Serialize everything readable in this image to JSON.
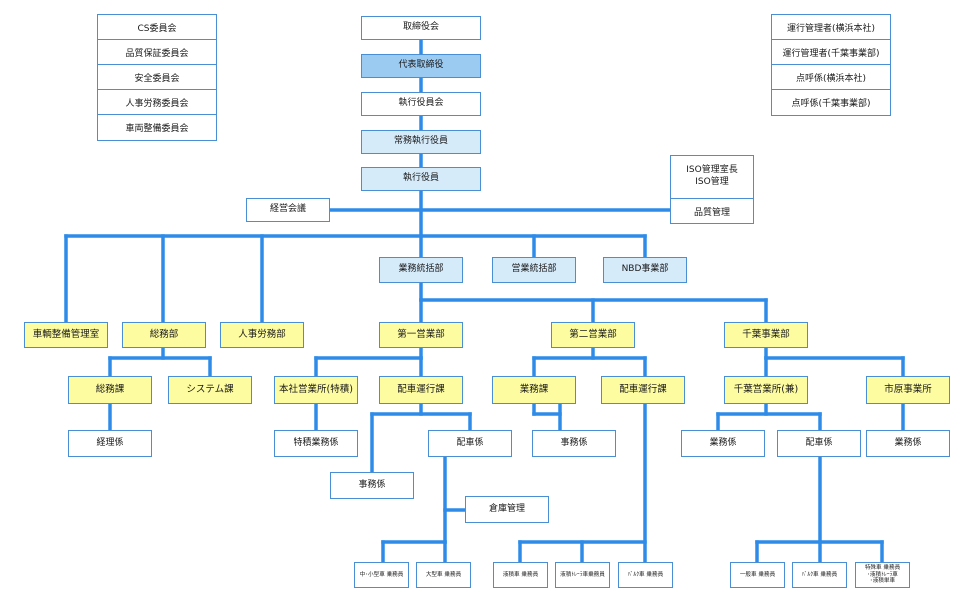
{
  "committees": [
    "CS委員会",
    "品質保証委員会",
    "安全委員会",
    "人事労務委員会",
    "車両整備委員会"
  ],
  "managers": [
    "運行管理者(横浜本社)",
    "運行管理者(千葉事業部)",
    "点呼係(横浜本社)",
    "点呼係(千葉事業部)"
  ],
  "iso": {
    "title": "ISO管理室長\nISO管理",
    "quality": "品質管理"
  },
  "top": {
    "board": "取締役会",
    "rep": "代表取締役",
    "exec_committee": "執行役員会",
    "managing": "常務執行役員",
    "officers": "執行役員",
    "mgmt_meeting": "経営会議"
  },
  "hq": {
    "business_control": "業務統括部",
    "sales_control": "営業統括部",
    "nbd": "NBD事業部"
  },
  "depts": {
    "maintenance": "車輌整備管理室",
    "general": "総務部",
    "hr": "人事労務部",
    "first": "第一営業部",
    "second": "第二営業部",
    "chiba": "千葉事業部"
  },
  "sections": {
    "general_affairs": "総務課",
    "system": "システム課",
    "accounting": "経理係",
    "honsha": "本社営業所(特積)",
    "dispatch1": "配車運行課",
    "special": "特積業務係",
    "dispatch_staff1": "配車係",
    "clerical1": "事務係",
    "warehouse": "倉庫管理",
    "business2": "業務課",
    "dispatch2": "配車運行課",
    "clerical2": "事務係",
    "chiba_office": "千葉営業所(兼)",
    "ichihara": "市原事業所",
    "business_chiba": "業務係",
    "dispatch_chiba": "配車係",
    "business_ichihara": "業務係"
  },
  "crews": {
    "small": "中･小型車 乗務員",
    "large": "大型車 乗務員",
    "tank": "液積車 乗務員",
    "tank_trailer": "液積ﾄﾚｰﾗ車乗務員",
    "bulk1": "ﾊﾞﾙｸ車 乗務員",
    "general_truck": "一般車 乗務員",
    "bulk2": "ﾊﾞﾙｸ車 乗務員",
    "special_truck": "特殊車 乗務員\n･液積ﾄﾚｰﾗ車\n･液積単車"
  },
  "colors": {
    "line": "#2e8ce8",
    "border": "#4a8fd4",
    "yellow": "#fdfca0",
    "lightblue": "#d6ebfa",
    "blue": "#9ccbf2"
  }
}
